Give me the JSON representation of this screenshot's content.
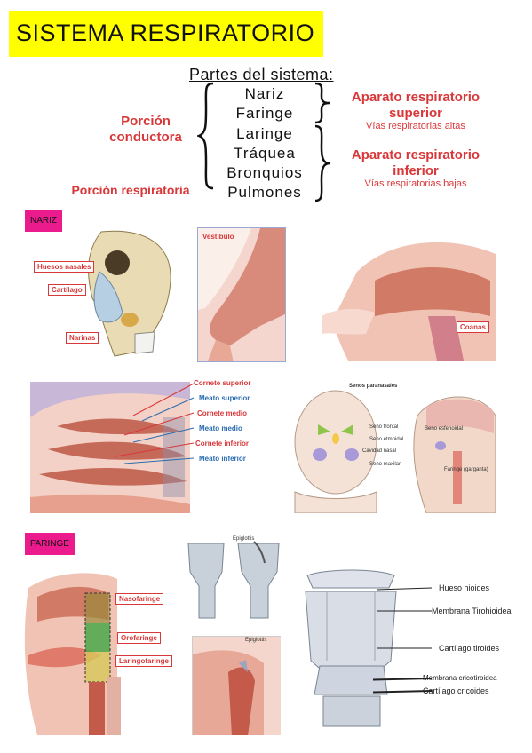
{
  "title": "SISTEMA RESPIRATORIO",
  "partes": {
    "heading": "Partes del sistema:",
    "items": [
      "Nariz",
      "Faringe",
      "Laringe",
      "Tráquea",
      "Bronquios",
      "Pulmones"
    ]
  },
  "left_labels": {
    "conductora": "Porción conductora",
    "respiratoria": "Porción respiratoria"
  },
  "right_labels": {
    "superior": "Aparato respiratorio superior",
    "superior_sub": "Vías respiratorias altas",
    "inferior": "Aparato respiratorio inferior",
    "inferior_sub": "Vías respiratorias bajas"
  },
  "nariz_section": {
    "tag": "NARIZ",
    "skull_labels": [
      "Huesos nasales",
      "Cartílago",
      "Narinas"
    ],
    "vestibulo": "Vestíbulo",
    "coanas": "Coanas",
    "cornetes": [
      {
        "text": "Cornete superior",
        "color": "#d8383a"
      },
      {
        "text": "Meato superior",
        "color": "#2b6cb0"
      },
      {
        "text": "Cornete medio",
        "color": "#d8383a"
      },
      {
        "text": "Meato medio",
        "color": "#2b6cb0"
      },
      {
        "text": "Cornete inferior",
        "color": "#d8383a"
      },
      {
        "text": "Meato inferior",
        "color": "#2b6cb0"
      }
    ],
    "senos": {
      "title": "Senos paranasales",
      "labels": [
        "Seno frontal",
        "Seno etmoidal",
        "Cavidad nasal",
        "Seno maxilar",
        "Seno esfenoidal",
        "Faringe (garganta)"
      ]
    }
  },
  "faringe_section": {
    "tag": "FARINGE",
    "labels": [
      "Nasofaringe",
      "Orofaringe",
      "Laringofaringe"
    ],
    "epiglottis": "Epiglottis",
    "laringe_labels": [
      "Hueso hioides",
      "Membrana Tirohioidea",
      "Cartílago tiroides",
      "Membrana cricotiroidea",
      "Cartílago cricoides"
    ]
  },
  "colors": {
    "title_bg": "#ffff00",
    "accent_red": "#d8383a",
    "tag_pink": "#ec1b8d",
    "meato_blue": "#2b6cb0"
  }
}
